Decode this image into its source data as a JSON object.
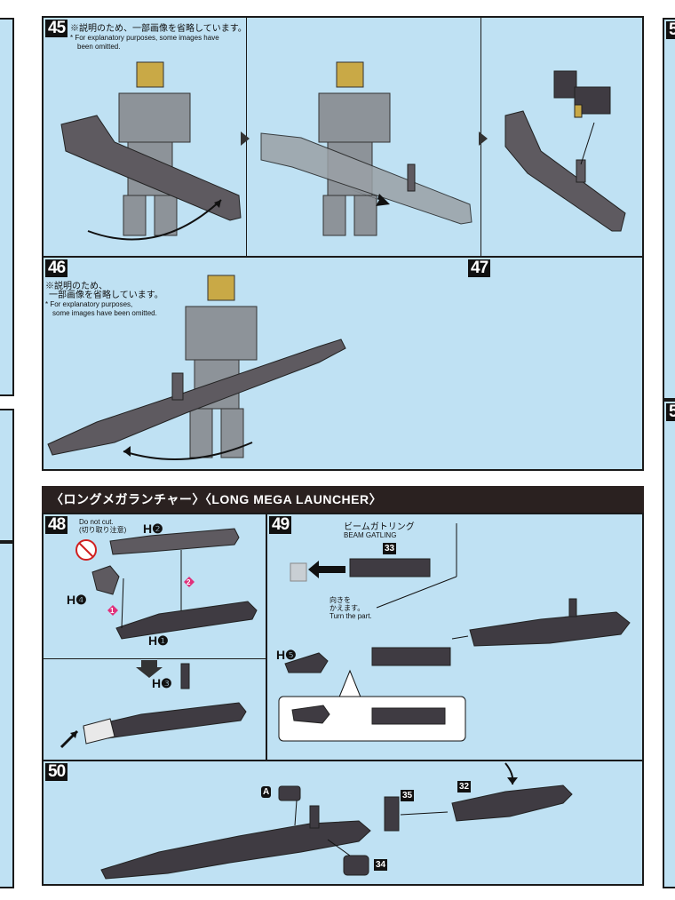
{
  "steps": {
    "s45": {
      "num": "45",
      "note_jp": "※説明のため、一部画像を省略しています。",
      "note_en1": "* For explanatory purposes, some images have",
      "note_en2": "been omitted."
    },
    "s46": {
      "num": "46",
      "note_jp1": "※説明のため、",
      "note_jp2": "一部画像を省略しています。",
      "note_en1": "* For explanatory purposes,",
      "note_en2": "some images have been omitted."
    },
    "s47": {
      "num": "47"
    },
    "s48": {
      "num": "48",
      "do_not_cut_en": "Do not cut.",
      "do_not_cut_jp": "(切り取り注意)",
      "h2": "H❷",
      "h4": "H❹",
      "h1": "H❶",
      "h3": "H❸",
      "mark1": "1",
      "mark2": "2"
    },
    "s49": {
      "num": "49",
      "beam_jp": "ビームガトリング",
      "beam_en": "BEAM GATLING",
      "part33": "33",
      "turn_jp1": "向きを",
      "turn_jp2": "かえます。",
      "turn_en": "Turn the part.",
      "h5": "H❺"
    },
    "s50": {
      "num": "50",
      "partA": "A",
      "part35": "35",
      "part32": "32",
      "part34": "34"
    }
  },
  "section": {
    "title": "〈ロングメガランチャー〉〈LONG MEGA LAUNCHER〉"
  },
  "edges": {
    "right_top": "5",
    "right_mid": "5"
  },
  "colors": {
    "panel_bg": "#bfe1f3",
    "gray_part": "#5e5a60",
    "dark_part": "#3f3b42",
    "gold": "#c9a946",
    "pink": "#e0307a",
    "arrow": "#111111"
  }
}
